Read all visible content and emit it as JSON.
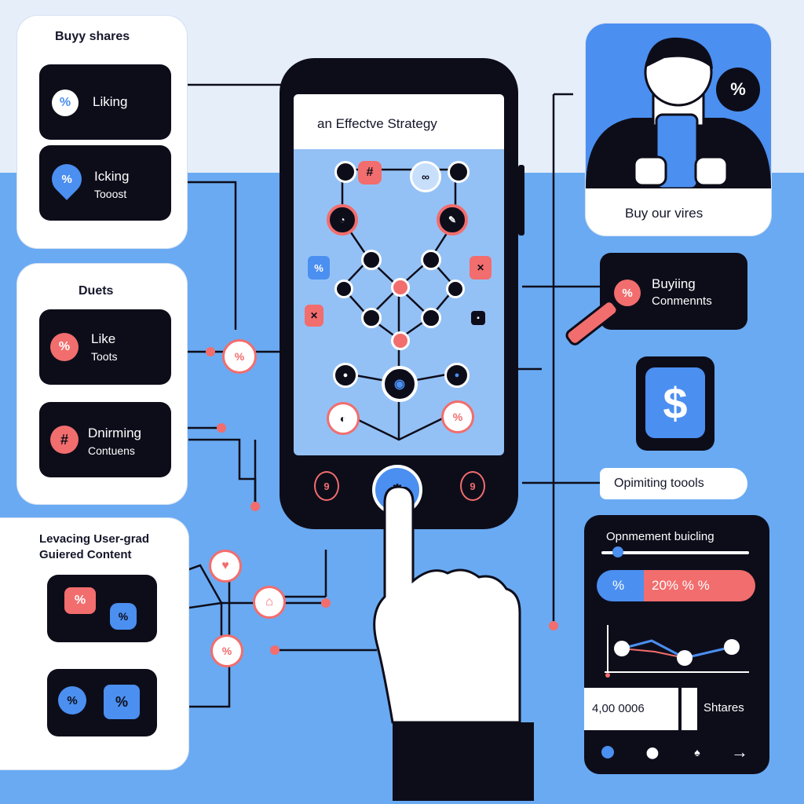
{
  "colors": {
    "sky": "#6aaaf2",
    "dark": "#0d0d1a",
    "accent_red": "#f26d6d",
    "accent_blue": "#4b8ff0",
    "panel": "#ffffff"
  },
  "left_panel_top": {
    "title": "Buyy shares",
    "items": [
      {
        "label": "Liking",
        "icon": "percent-icon"
      },
      {
        "label": "Icking",
        "sublabel": "Tooost",
        "icon": "percent-pin-icon"
      }
    ]
  },
  "left_panel_mid": {
    "title": "Duets",
    "items": [
      {
        "label": "Like",
        "sublabel": "Toots",
        "icon": "percent-icon"
      },
      {
        "label": "Dnirming",
        "sublabel": "Contuens",
        "icon": "hashtag-icon"
      }
    ]
  },
  "left_panel_bottom": {
    "title_line1": "Levacing User-grad",
    "title_line2": "Guiered Content"
  },
  "phone": {
    "banner": "an Effectve Strategy"
  },
  "person_card": {
    "caption": "Buy our vires",
    "badge": "%"
  },
  "right_pill": {
    "line1": "Buyiing",
    "line2": "Conmennts"
  },
  "dollar_button": {
    "symbol": "$"
  },
  "optimizing_tag": "Opimiting toools",
  "dashboard": {
    "title": "Opnmement buicling",
    "stat_left": "%",
    "stat_right": "20% % %",
    "count_value": "4,00 0006",
    "count_label": "Shtares"
  },
  "glyphs": {
    "percent": "%",
    "hash": "#",
    "arrow": "→",
    "nine": "9"
  }
}
